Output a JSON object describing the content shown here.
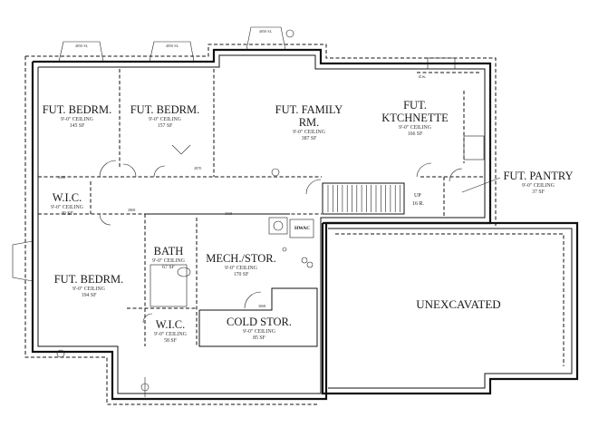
{
  "rooms": [
    {
      "name_lines": [
        "FUT. BEDRM."
      ],
      "ceiling": "9'-0\" CEILING",
      "area": "145 SF"
    },
    {
      "name_lines": [
        "FUT. BEDRM."
      ],
      "ceiling": "9'-0\" CEILING",
      "area": "157 SF"
    },
    {
      "name_lines": [
        "FUT. FAMILY",
        "RM."
      ],
      "ceiling": "9'-0\" CEILING",
      "area": "387 SF"
    },
    {
      "name_lines": [
        "FUT.",
        "KTCHNETTE"
      ],
      "ceiling": "9'-0\" CEILING",
      "area": "166 SF"
    },
    {
      "name_lines": [
        "FUT. PANTRY"
      ],
      "ceiling": "9'-0\" CEILING",
      "area": "37 SF"
    },
    {
      "name_lines": [
        "W.I.C."
      ],
      "ceiling": "9'-0\" CEILING",
      "area": "40 SF"
    },
    {
      "name_lines": [
        "BATH"
      ],
      "ceiling": "9'-0\" CEILING",
      "area": "67 SF"
    },
    {
      "name_lines": [
        "MECH./STOR."
      ],
      "ceiling": "9'-0\" CEILING",
      "area": "170 SF"
    },
    {
      "name_lines": [
        "FUT. BEDRM."
      ],
      "ceiling": "9'-0\" CEILING",
      "area": "194 SF"
    },
    {
      "name_lines": [
        "W.I.C."
      ],
      "ceiling": "9'-0\" CEILING",
      "area": "58 SF"
    },
    {
      "name_lines": [
        "COLD STOR."
      ],
      "ceiling": "9'-0\" CEILING",
      "area": "85 SF"
    },
    {
      "name_lines": [
        "UNEXCAVATED"
      ],
      "ceiling": "",
      "area": ""
    }
  ],
  "labels": {
    "hwac": "HWAC",
    "up": "UP",
    "step_count": "16 R.",
    "dw": "d.w."
  }
}
